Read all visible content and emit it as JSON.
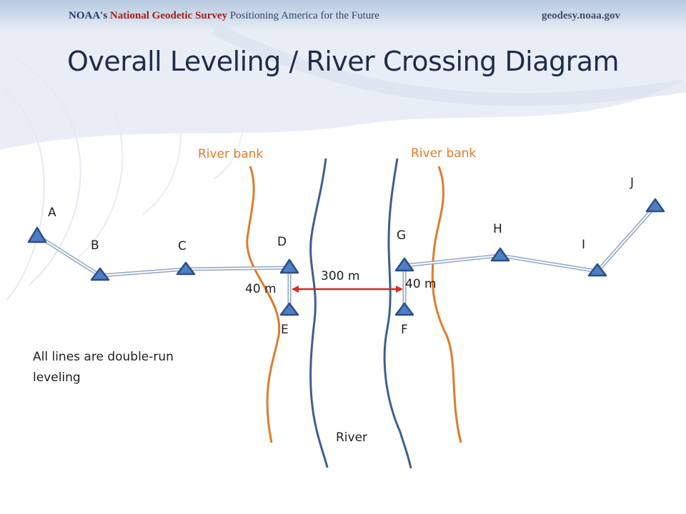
{
  "header": {
    "brand": "NOAA's",
    "org": "National Geodetic Survey",
    "tagline": "Positioning America for the Future",
    "website": "geodesy.noaa.gov"
  },
  "title": "Overall Leveling / River Crossing Diagram",
  "stations": {
    "A": "A",
    "B": "B",
    "C": "C",
    "D": "D",
    "E": "E",
    "F": "F",
    "G": "G",
    "H": "H",
    "I": "I",
    "J": "J"
  },
  "labels": {
    "river_bank_left": "River bank",
    "river_bank_right": "River bank",
    "river": "River",
    "crossing_distance": "300 m",
    "spur_left": "40 m",
    "spur_right": "40 m"
  },
  "note": "All lines are double-run leveling",
  "colors": {
    "bank": "#e07b2a",
    "river": "#3d5f8f",
    "crossing_arrow": "#d42a1e",
    "station_fill": "#4f7ec9",
    "station_stroke": "#2e4f86",
    "level_line": "#8fa6c6"
  }
}
